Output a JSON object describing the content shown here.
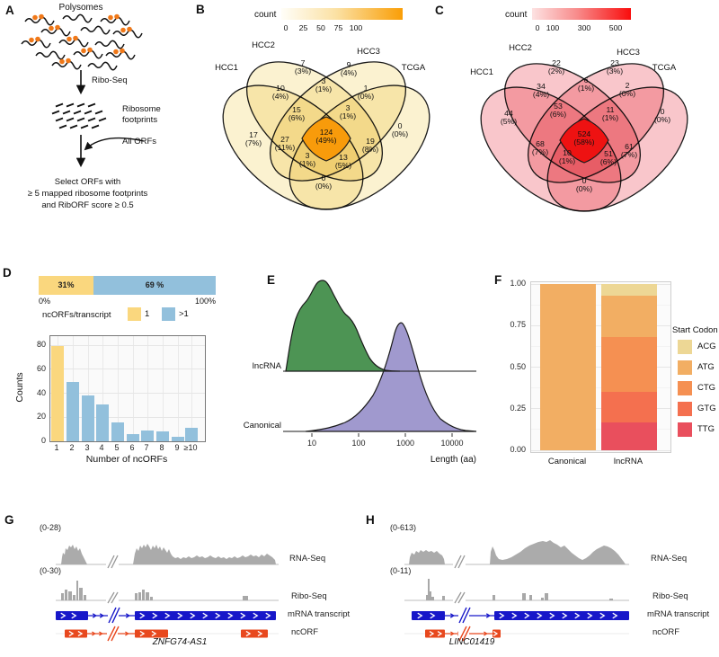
{
  "panelA": {
    "label": "A",
    "title": "Polysomes",
    "riboseq_label": "Ribo-Seq",
    "footprints_line1": "Ribosome",
    "footprints_line2": "footprints",
    "allorfs_label": "All ORFs",
    "select_line1": "Select ORFs with",
    "select_line2": "≥ 5 mapped ribosome footprints",
    "select_line3": "and RibORF score ≥ 0.5"
  },
  "panelB": {
    "label": "B",
    "legend_title": "count",
    "legend_ticks": [
      "0",
      "25",
      "50",
      "75",
      "100"
    ],
    "sets": [
      "HCC1",
      "HCC2",
      "HCC3",
      "TCGA"
    ],
    "base_color": "#FBF2D0",
    "center_color": "#F89B0B",
    "regions": [
      {
        "id": "hcc1_only",
        "count": "17",
        "pct": "(7%)"
      },
      {
        "id": "hcc2_only",
        "count": "7",
        "pct": "(3%)"
      },
      {
        "id": "hcc3_only",
        "count": "9",
        "pct": "(4%)"
      },
      {
        "id": "tcga_only",
        "count": "0",
        "pct": "(0%)"
      },
      {
        "id": "hcc1_hcc2",
        "count": "10",
        "pct": "(4%)"
      },
      {
        "id": "hcc2_hcc3",
        "count": "3",
        "pct": "(1%)"
      },
      {
        "id": "hcc3_tcga",
        "count": "1",
        "pct": "(0%)"
      },
      {
        "id": "hcc1_hcc3",
        "count": "3",
        "pct": "(1%)"
      },
      {
        "id": "hcc2_tcga",
        "count": "13",
        "pct": "(5%)"
      },
      {
        "id": "hcc1_tcga",
        "count": "0",
        "pct": "(0%)"
      },
      {
        "id": "hcc1_hcc2_hcc3",
        "count": "15",
        "pct": "(6%)"
      },
      {
        "id": "hcc2_hcc3_tcga",
        "count": "3",
        "pct": "(1%)"
      },
      {
        "id": "hcc1_hcc2_tcga",
        "count": "27",
        "pct": "(11%)"
      },
      {
        "id": "hcc1_hcc3_tcga",
        "count": "19",
        "pct": "(8%)"
      },
      {
        "id": "all",
        "count": "124",
        "pct": "(49%)"
      }
    ]
  },
  "panelC": {
    "label": "C",
    "legend_title": "count",
    "legend_ticks": [
      "0",
      "100",
      "300",
      "500"
    ],
    "sets": [
      "HCC1",
      "HCC2",
      "HCC3",
      "TCGA"
    ],
    "base_color": "#F9C6CB",
    "center_color": "#EE1212",
    "regions": [
      {
        "id": "hcc1_only",
        "count": "44",
        "pct": "(5%)"
      },
      {
        "id": "hcc2_only",
        "count": "22",
        "pct": "(2%)"
      },
      {
        "id": "hcc3_only",
        "count": "23",
        "pct": "(3%)"
      },
      {
        "id": "tcga_only",
        "count": "0",
        "pct": "(0%)"
      },
      {
        "id": "hcc1_hcc2",
        "count": "34",
        "pct": "(4%)"
      },
      {
        "id": "hcc2_hcc3",
        "count": "6",
        "pct": "(1%)"
      },
      {
        "id": "hcc3_tcga",
        "count": "2",
        "pct": "(0%)"
      },
      {
        "id": "hcc1_hcc3",
        "count": "10",
        "pct": "(1%)"
      },
      {
        "id": "hcc2_tcga",
        "count": "51",
        "pct": "(6%)"
      },
      {
        "id": "hcc1_tcga",
        "count": "0",
        "pct": "(0%)"
      },
      {
        "id": "hcc1_hcc2_hcc3",
        "count": "53",
        "pct": "(6%)"
      },
      {
        "id": "hcc2_hcc3_tcga",
        "count": "11",
        "pct": "(1%)"
      },
      {
        "id": "hcc1_hcc2_tcga",
        "count": "68",
        "pct": "(7%)"
      },
      {
        "id": "hcc1_hcc3_tcga",
        "count": "61",
        "pct": "(7%)"
      },
      {
        "id": "all",
        "count": "524",
        "pct": "(58%)"
      }
    ]
  },
  "panelD": {
    "label": "D",
    "stacked": {
      "segments": [
        {
          "label": "31%",
          "value": 31,
          "color": "#FAD77E"
        },
        {
          "label": "69 %",
          "value": 69,
          "color": "#92C0DC"
        }
      ],
      "axis_left": "0%",
      "axis_right": "100%"
    },
    "legend": {
      "title": "ncORFs/transcript",
      "items": [
        {
          "label": "1",
          "color": "#FAD77E"
        },
        {
          "label": ">1",
          "color": "#92C0DC"
        }
      ]
    },
    "hist": {
      "ylabel": "Counts",
      "xlabel": "Number of ncORFs",
      "yticks": [
        0,
        20,
        40,
        60,
        80
      ],
      "categories": [
        "1",
        "2",
        "3",
        "4",
        "5",
        "6",
        "7",
        "8",
        "9",
        "≥10"
      ],
      "values": [
        79,
        49,
        38,
        31,
        16,
        6,
        9,
        8,
        4,
        11
      ]
    }
  },
  "panelE": {
    "label": "E",
    "rows": [
      "lncRNA",
      "Canonical"
    ],
    "xticks": [
      "10",
      "100",
      "1000",
      "10000"
    ],
    "xlabel": "Length (aa)",
    "colors": {
      "lncRNA": "#3E8B45",
      "Canonical": "#9B93CB"
    }
  },
  "panelF": {
    "label": "F",
    "yticks": [
      "1.00",
      "0.75",
      "0.50",
      "0.25",
      "0.00"
    ],
    "categories": [
      "Canonical",
      "lncRNA"
    ],
    "legend_title": "Start Codon",
    "codons": [
      {
        "label": "ACG",
        "color": "#EDD795"
      },
      {
        "label": "ATG",
        "color": "#F2AE63"
      },
      {
        "label": "CTG",
        "color": "#F59052"
      },
      {
        "label": "GTG",
        "color": "#F4704F"
      },
      {
        "label": "TTG",
        "color": "#E94F5D"
      }
    ],
    "values": {
      "Canonical": {
        "ATG": 1.0
      },
      "lncRNA": {
        "ACG": 0.07,
        "ATG": 0.25,
        "CTG": 0.33,
        "GTG": 0.18,
        "TTG": 0.17
      }
    }
  },
  "panelG": {
    "label": "G",
    "rna_range": "(0-28)",
    "ribo_range": "(0-30)",
    "tracks": [
      "RNA-Seq",
      "Ribo-Seq",
      "mRNA transcript",
      "ncORF"
    ],
    "gene": "ZNFG74-AS1"
  },
  "panelH": {
    "label": "H",
    "rna_range": "(0-613)",
    "ribo_range": "(0-11)",
    "tracks": [
      "RNA-Seq",
      "Ribo-Seq",
      "mRNA transcript",
      "ncORF"
    ],
    "gene": "LINC01419"
  },
  "chart_data": [
    {
      "type": "heatmap",
      "subtype": "venn-4set",
      "panel": "B",
      "legend_title": "count",
      "scale_ticks": [
        0,
        25,
        50,
        75,
        100
      ],
      "sets": [
        "HCC1",
        "HCC2",
        "HCC3",
        "TCGA"
      ],
      "regions": [
        {
          "sets": [
            "HCC1"
          ],
          "count": 17,
          "pct": 7
        },
        {
          "sets": [
            "HCC2"
          ],
          "count": 7,
          "pct": 3
        },
        {
          "sets": [
            "HCC3"
          ],
          "count": 9,
          "pct": 4
        },
        {
          "sets": [
            "TCGA"
          ],
          "count": 0,
          "pct": 0
        },
        {
          "sets": [
            "HCC1",
            "HCC2"
          ],
          "count": 10,
          "pct": 4
        },
        {
          "sets": [
            "HCC2",
            "HCC3"
          ],
          "count": 3,
          "pct": 1
        },
        {
          "sets": [
            "HCC3",
            "TCGA"
          ],
          "count": 1,
          "pct": 0
        },
        {
          "sets": [
            "HCC1",
            "HCC3"
          ],
          "count": 3,
          "pct": 1
        },
        {
          "sets": [
            "HCC2",
            "TCGA"
          ],
          "count": 13,
          "pct": 5
        },
        {
          "sets": [
            "HCC1",
            "TCGA"
          ],
          "count": 0,
          "pct": 0
        },
        {
          "sets": [
            "HCC1",
            "HCC2",
            "HCC3"
          ],
          "count": 15,
          "pct": 6
        },
        {
          "sets": [
            "HCC2",
            "HCC3",
            "TCGA"
          ],
          "count": 3,
          "pct": 1
        },
        {
          "sets": [
            "HCC1",
            "HCC2",
            "TCGA"
          ],
          "count": 27,
          "pct": 11
        },
        {
          "sets": [
            "HCC1",
            "HCC3",
            "TCGA"
          ],
          "count": 19,
          "pct": 8
        },
        {
          "sets": [
            "HCC1",
            "HCC2",
            "HCC3",
            "TCGA"
          ],
          "count": 124,
          "pct": 49
        }
      ]
    },
    {
      "type": "heatmap",
      "subtype": "venn-4set",
      "panel": "C",
      "legend_title": "count",
      "scale_ticks": [
        0,
        100,
        300,
        500
      ],
      "sets": [
        "HCC1",
        "HCC2",
        "HCC3",
        "TCGA"
      ],
      "regions": [
        {
          "sets": [
            "HCC1"
          ],
          "count": 44,
          "pct": 5
        },
        {
          "sets": [
            "HCC2"
          ],
          "count": 22,
          "pct": 2
        },
        {
          "sets": [
            "HCC3"
          ],
          "count": 23,
          "pct": 3
        },
        {
          "sets": [
            "TCGA"
          ],
          "count": 0,
          "pct": 0
        },
        {
          "sets": [
            "HCC1",
            "HCC2"
          ],
          "count": 34,
          "pct": 4
        },
        {
          "sets": [
            "HCC2",
            "HCC3"
          ],
          "count": 6,
          "pct": 1
        },
        {
          "sets": [
            "HCC3",
            "TCGA"
          ],
          "count": 2,
          "pct": 0
        },
        {
          "sets": [
            "HCC1",
            "HCC3"
          ],
          "count": 10,
          "pct": 1
        },
        {
          "sets": [
            "HCC2",
            "TCGA"
          ],
          "count": 51,
          "pct": 6
        },
        {
          "sets": [
            "HCC1",
            "TCGA"
          ],
          "count": 0,
          "pct": 0
        },
        {
          "sets": [
            "HCC1",
            "HCC2",
            "HCC3"
          ],
          "count": 53,
          "pct": 6
        },
        {
          "sets": [
            "HCC2",
            "HCC3",
            "TCGA"
          ],
          "count": 11,
          "pct": 1
        },
        {
          "sets": [
            "HCC1",
            "HCC2",
            "TCGA"
          ],
          "count": 68,
          "pct": 7
        },
        {
          "sets": [
            "HCC1",
            "HCC3",
            "TCGA"
          ],
          "count": 61,
          "pct": 7
        },
        {
          "sets": [
            "HCC1",
            "HCC2",
            "HCC3",
            "TCGA"
          ],
          "count": 524,
          "pct": 58
        }
      ]
    },
    {
      "type": "bar",
      "panel": "D",
      "proportion_bar": {
        "categories": [
          "1",
          ">1"
        ],
        "values": [
          31,
          69
        ],
        "unit": "%",
        "legend_title": "ncORFs/transcript"
      },
      "categories": [
        "1",
        "2",
        "3",
        "4",
        "5",
        "6",
        "7",
        "8",
        "9",
        "≥10"
      ],
      "values": [
        79,
        49,
        38,
        31,
        16,
        6,
        9,
        8,
        4,
        11
      ],
      "xlabel": "Number of ncORFs",
      "ylabel": "Counts",
      "ylim": [
        0,
        80
      ]
    },
    {
      "type": "area",
      "panel": "E",
      "subtype": "ridgeline-density",
      "rows": [
        "lncRNA",
        "Canonical"
      ],
      "xlabel": "Length (aa)",
      "xscale": "log",
      "xticks": [
        10,
        100,
        1000,
        10000
      ],
      "summary": {
        "lncRNA_peak_aa": 55,
        "lncRNA_range_aa": [
          10,
          400
        ],
        "Canonical_peak_aa": 600,
        "Canonical_range_aa": [
          100,
          20000
        ]
      }
    },
    {
      "type": "bar",
      "panel": "F",
      "subtype": "stacked-proportion",
      "categories": [
        "Canonical",
        "lncRNA"
      ],
      "series": [
        {
          "name": "ACG",
          "values": [
            0,
            0.07
          ]
        },
        {
          "name": "ATG",
          "values": [
            1.0,
            0.25
          ]
        },
        {
          "name": "CTG",
          "values": [
            0,
            0.33
          ]
        },
        {
          "name": "GTG",
          "values": [
            0,
            0.18
          ]
        },
        {
          "name": "TTG",
          "values": [
            0,
            0.17
          ]
        }
      ],
      "ylim": [
        0,
        1
      ],
      "legend_title": "Start Codon",
      "legend_position": "right"
    },
    {
      "type": "area",
      "panel": "G",
      "subtype": "genome-tracks",
      "gene": "ZNFG74-AS1",
      "tracks": [
        {
          "name": "RNA-Seq",
          "range": "(0-28)"
        },
        {
          "name": "Ribo-Seq",
          "range": "(0-30)"
        },
        {
          "name": "mRNA transcript"
        },
        {
          "name": "ncORF"
        }
      ]
    },
    {
      "type": "area",
      "panel": "H",
      "subtype": "genome-tracks",
      "gene": "LINC01419",
      "tracks": [
        {
          "name": "RNA-Seq",
          "range": "(0-613)"
        },
        {
          "name": "Ribo-Seq",
          "range": "(0-11)"
        },
        {
          "name": "mRNA transcript"
        },
        {
          "name": "ncORF"
        }
      ]
    }
  ]
}
